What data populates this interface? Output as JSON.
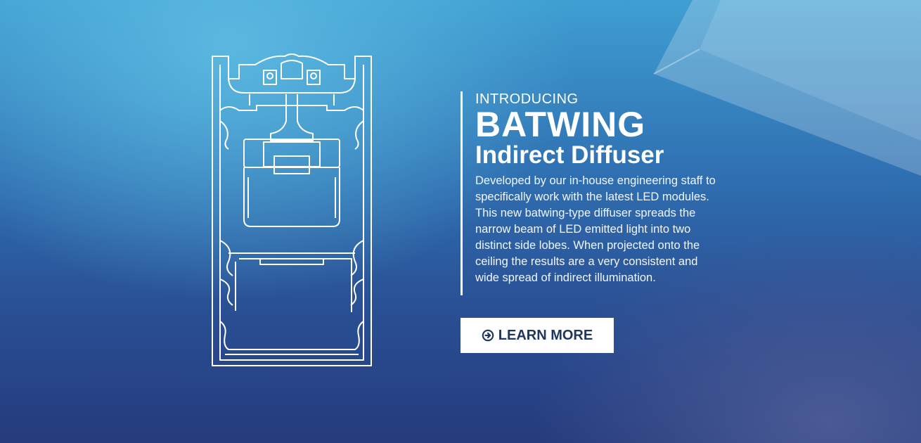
{
  "hero": {
    "intro": "INTRODUCING",
    "headline": "BATWING",
    "subheadline": "Indirect Diffuser",
    "description": "Developed by our in-house engineering staff to specifically work with the latest LED modules. This new batwing-type diffuser spreads the narrow beam of LED emitted light into two distinct side lobes. When projected onto the ceiling the results are a very consistent and wide spread of indirect illumination."
  },
  "cta": {
    "label": "LEARN MORE",
    "icon": "arrow-circle-right-icon"
  },
  "colors": {
    "button_text": "#1f3660",
    "outline": "#ffffff"
  }
}
